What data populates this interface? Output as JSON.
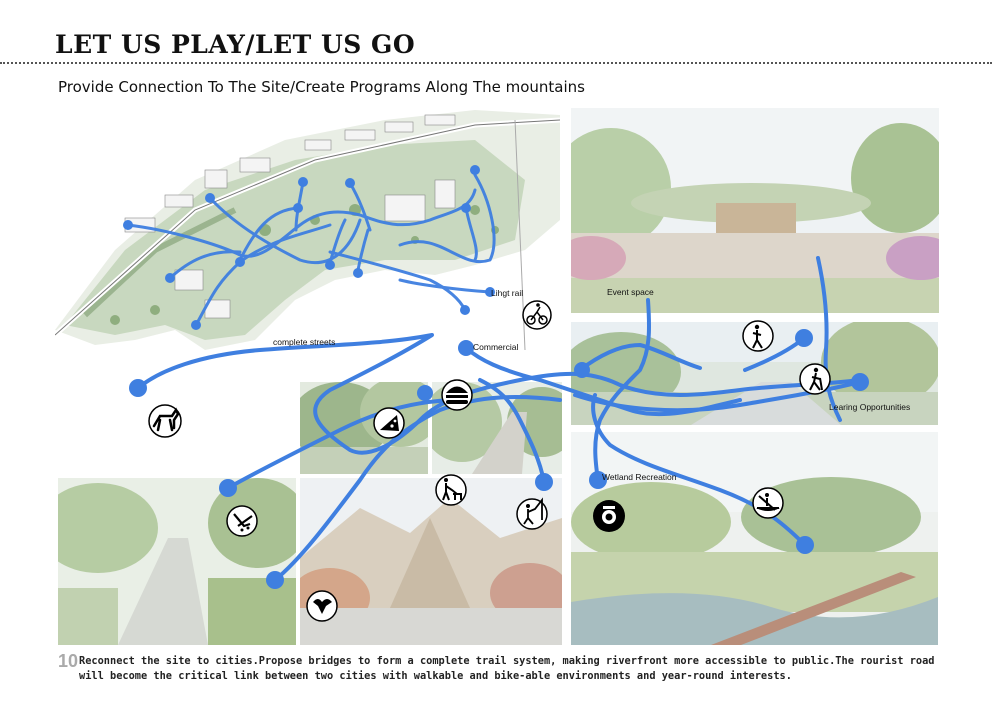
{
  "header": {
    "title": "LET US PLAY/LET US GO",
    "subtitle": "Provide Connection To The Site/Create Programs Along The mountains"
  },
  "labels": {
    "light_rail": "Lihgt rail",
    "commercial": "Commercial",
    "complete_streets": "complete streets",
    "event_space": "Event space",
    "learning": "Learing Opportunities",
    "wetland": "Wetland Recreation"
  },
  "footer": {
    "page_number": "10",
    "description": "Reconnect the site to cities.Propose bridges to form a complete trail system,  making riverfront more accessible to public.The rourist road will become the critical link between two cities with walkable and bike-able environments and year-round interests."
  },
  "icons": [
    "bicycle-icon",
    "dog-icon",
    "hiker-icon",
    "walker-icon",
    "pizza-icon",
    "burger-icon",
    "dog-walking-icon",
    "fishing-icon",
    "camera-icon",
    "kayak-icon",
    "rollerblade-icon",
    "bird-icon"
  ],
  "colors": {
    "trail": "#3f7fe0",
    "accent": "#000000"
  }
}
